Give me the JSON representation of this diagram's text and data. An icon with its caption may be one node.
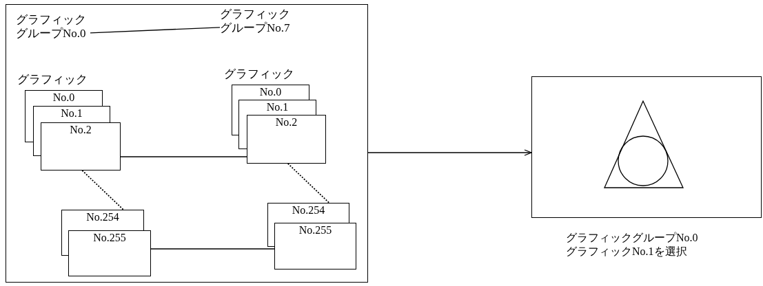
{
  "diagram": {
    "nodes": [
      {
        "text": [],
        "shape": "box"
      },
      {
        "text": [
          "グラフィックグループNo.0"
        ],
        "in": 0
      },
      {
        "text": [
          "グラフィックグループNo.7"
        ],
        "in": 0
      },
      {
        "text": [
          "No.0"
        ],
        "in": 0
      },
      {
        "text": [
          "No.1"
        ],
        "in": 0
      },
      {
        "text": [
          "No.2"
        ],
        "in": 0
      },
      {
        "text": [
          "No.0"
        ],
        "in": 0
      },
      {
        "text": [
          "No.1"
        ],
        "in": 0
      },
      {
        "text": [
          "No.2"
        ],
        "in": 0
      },
      {
        "text": [
          "No.254"
        ],
        "in": 0
      },
      {
        "text": [
          "No.255"
        ],
        "in": 0
      },
      {
        "text": [
          "No.254"
        ],
        "in": 0
      },
      {
        "text": [
          "No.255"
        ],
        "in": 0
      },
      {
        "text": [],
        "shape": "box"
      }
    ],
    "edges": [
      {
        "from": 1,
        "to": 2,
        "arrow": "none"
      },
      {
        "from": 5,
        "to": 8,
        "arrow": "none"
      },
      {
        "from": 5,
        "to": 9,
        "arrow": "none",
        "style": "dashed"
      },
      {
        "from": 8,
        "to": 11,
        "arrow": "none",
        "style": "dashed"
      },
      {
        "from": 10,
        "to": 12,
        "arrow": "none"
      },
      {
        "from": 0,
        "to": 13,
        "arrow": "to"
      }
    ],
    "labels": [
      "グラフィック",
      "グラフィック",
      "グラフィックグループNo.0グラフィックNo.1を選択"
    ]
  }
}
